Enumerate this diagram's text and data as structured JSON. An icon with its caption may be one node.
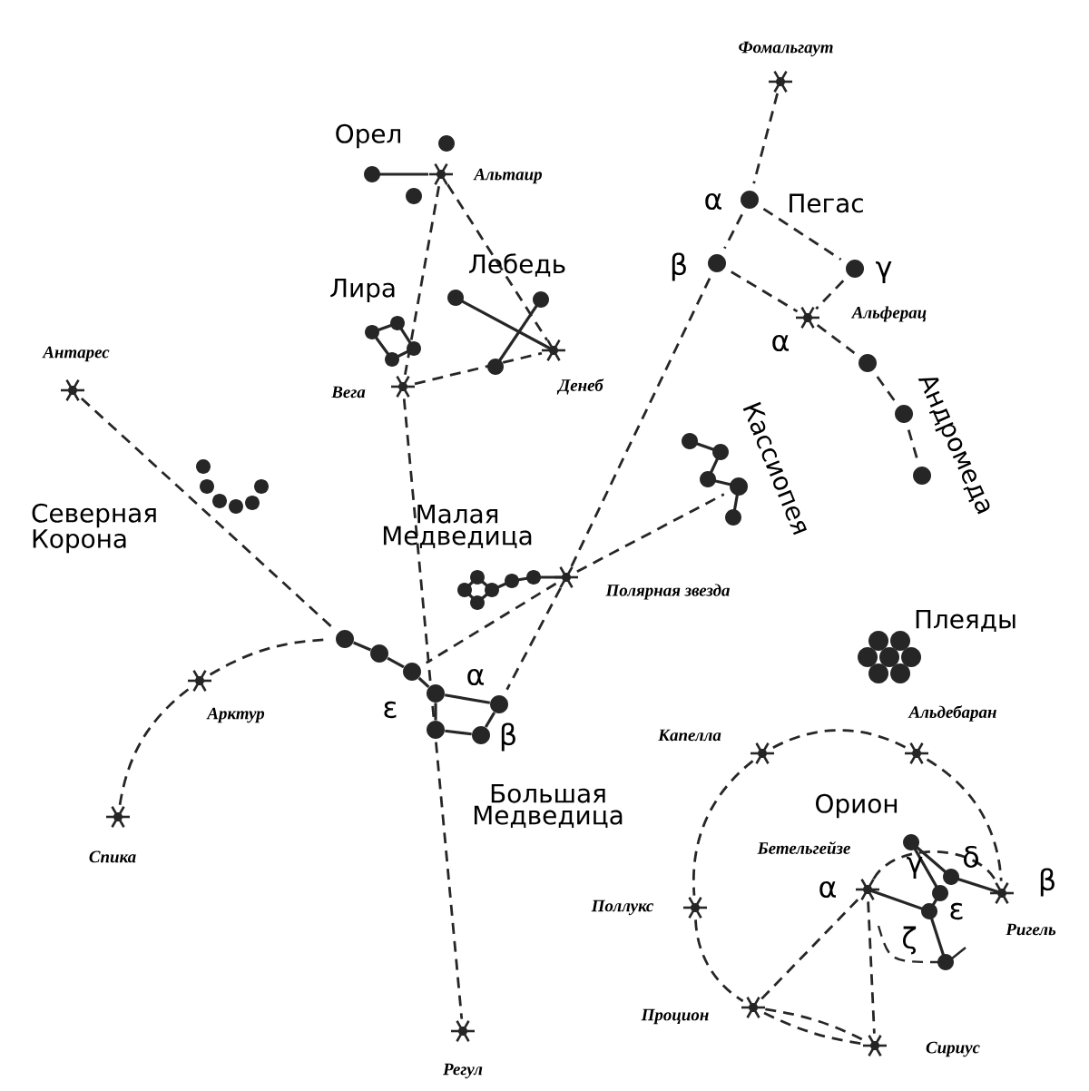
{
  "diagram": {
    "nodes": [
      {
        "text": [
          "Фомальгаут"
        ]
      },
      {
        "text": [
          "Альтаир"
        ]
      },
      {
        "text": [
          "Вега"
        ]
      },
      {
        "text": [
          "Денеб"
        ]
      },
      {
        "text": [
          "Антарес"
        ]
      },
      {
        "text": [
          "Альферац"
        ],
        "beside": [
          "α"
        ]
      },
      {
        "text": [
          "Полярная звезда"
        ]
      },
      {
        "text": [
          "Арктур"
        ]
      },
      {
        "text": [
          "Спика"
        ]
      },
      {
        "text": [
          "Регул"
        ]
      },
      {
        "text": [
          "Капелла"
        ]
      },
      {
        "text": [
          "Альдебаран"
        ]
      },
      {
        "text": [
          "Бетельгейзе"
        ]
      },
      {
        "text": [
          "Поллукс"
        ]
      },
      {
        "text": [
          "Ригель"
        ],
        "beside": [
          "β"
        ]
      },
      {
        "text": [
          "Процион"
        ]
      },
      {
        "text": [
          "Сириус"
        ]
      },
      {
        "text": [],
        "shape": "circle",
        "beside": [
          "α"
        ]
      },
      {
        "text": [],
        "shape": "circle",
        "beside": [
          "β"
        ]
      },
      {
        "text": [],
        "shape": "circle",
        "beside": [
          "γ"
        ]
      },
      {
        "text": [],
        "shape": "circle"
      },
      {
        "text": [],
        "shape": "circle"
      },
      {
        "text": [],
        "shape": "circle"
      },
      {
        "text": [],
        "shape": "circle"
      },
      {
        "text": [],
        "shape": "circle",
        "beside": [
          "ε"
        ]
      },
      {
        "text": [],
        "shape": "circle",
        "beside": [
          "α"
        ]
      },
      {
        "text": [],
        "shape": "circle"
      },
      {
        "text": [],
        "shape": "circle"
      },
      {
        "text": [],
        "shape": "circle"
      },
      {
        "text": [],
        "shape": "circle"
      },
      {
        "text": [],
        "shape": "circle"
      }
    ],
    "edges": [
      {
        "from": 0,
        "to": 17,
        "arrow": "none",
        "style": "dashed"
      },
      {
        "from": 17,
        "to": 18,
        "arrow": "none",
        "style": "dashed"
      },
      {
        "from": 18,
        "to": 6,
        "arrow": "none",
        "style": "dashed"
      },
      {
        "from": 17,
        "to": 19,
        "arrow": "none",
        "style": "dashed"
      },
      {
        "from": 18,
        "to": 5,
        "arrow": "none",
        "style": "dashed"
      },
      {
        "from": 19,
        "to": 5,
        "arrow": "none",
        "style": "dashed"
      },
      {
        "from": 5,
        "to": 20,
        "arrow": "none",
        "style": "dashed"
      },
      {
        "from": 20,
        "to": 21,
        "arrow": "none",
        "style": "dashed"
      },
      {
        "from": 21,
        "to": 22,
        "arrow": "none",
        "style": "dashed"
      },
      {
        "from": 1,
        "to": 2,
        "arrow": "none",
        "style": "dashed"
      },
      {
        "from": 1,
        "to": 3,
        "arrow": "none",
        "style": "dashed"
      },
      {
        "from": 2,
        "to": 3,
        "arrow": "none",
        "style": "dashed"
      },
      {
        "from": 2,
        "to": 9,
        "arrow": "none",
        "style": "dashed"
      },
      {
        "from": 4,
        "to": 23,
        "arrow": "none",
        "style": "dashed"
      },
      {
        "from": 8,
        "to": 7,
        "arrow": "none",
        "style": "dashed"
      },
      {
        "from": 7,
        "to": 23,
        "arrow": "none",
        "style": "dashed"
      },
      {
        "from": 6,
        "to": 24,
        "arrow": "none",
        "style": "dashed"
      },
      {
        "from": 6,
        "to": 25,
        "arrow": "none",
        "style": "dashed"
      },
      {
        "from": 6,
        "to": 26,
        "arrow": "none",
        "style": "dashed"
      },
      {
        "from": 10,
        "to": 11,
        "arrow": "none",
        "style": "dashed"
      },
      {
        "from": 11,
        "to": 14,
        "arrow": "none",
        "style": "dashed"
      },
      {
        "from": 10,
        "to": 13,
        "arrow": "none",
        "style": "dashed"
      },
      {
        "from": 13,
        "to": 15,
        "arrow": "none",
        "style": "dashed"
      },
      {
        "from": 15,
        "to": 12,
        "arrow": "none",
        "style": "dashed"
      },
      {
        "from": 15,
        "to": 16,
        "arrow": "none",
        "style": "dashed"
      },
      {
        "from": 15,
        "to": 16,
        "arrow": "none",
        "style": "dashed"
      },
      {
        "from": 12,
        "to": 16,
        "arrow": "none",
        "style": "dashed"
      },
      {
        "from": 23,
        "to": 27,
        "arrow": "none"
      },
      {
        "from": 27,
        "to": 24,
        "arrow": "none"
      },
      {
        "from": 12,
        "to": 14,
        "arrow": "none",
        "style": "dashed"
      },
      {
        "from": 24,
        "to": 28,
        "arrow": "none"
      },
      {
        "from": 28,
        "to": 25,
        "arrow": "none"
      },
      {
        "from": 25,
        "to": 29,
        "arrow": "none"
      },
      {
        "from": 29,
        "to": 30,
        "arrow": "none"
      },
      {
        "from": 30,
        "to": 28,
        "arrow": "none"
      }
    ],
    "labels": [
      "α",
      "Орел",
      "Лебедь",
      "Лира",
      "Пегас",
      "Кассиопея",
      "Андромеда",
      "Северная Корона",
      "Малая Медведица",
      "Плеяды",
      "Большая Медведица",
      "Орион",
      "β",
      "γ",
      "δ",
      "ε",
      "ζ"
    ]
  }
}
